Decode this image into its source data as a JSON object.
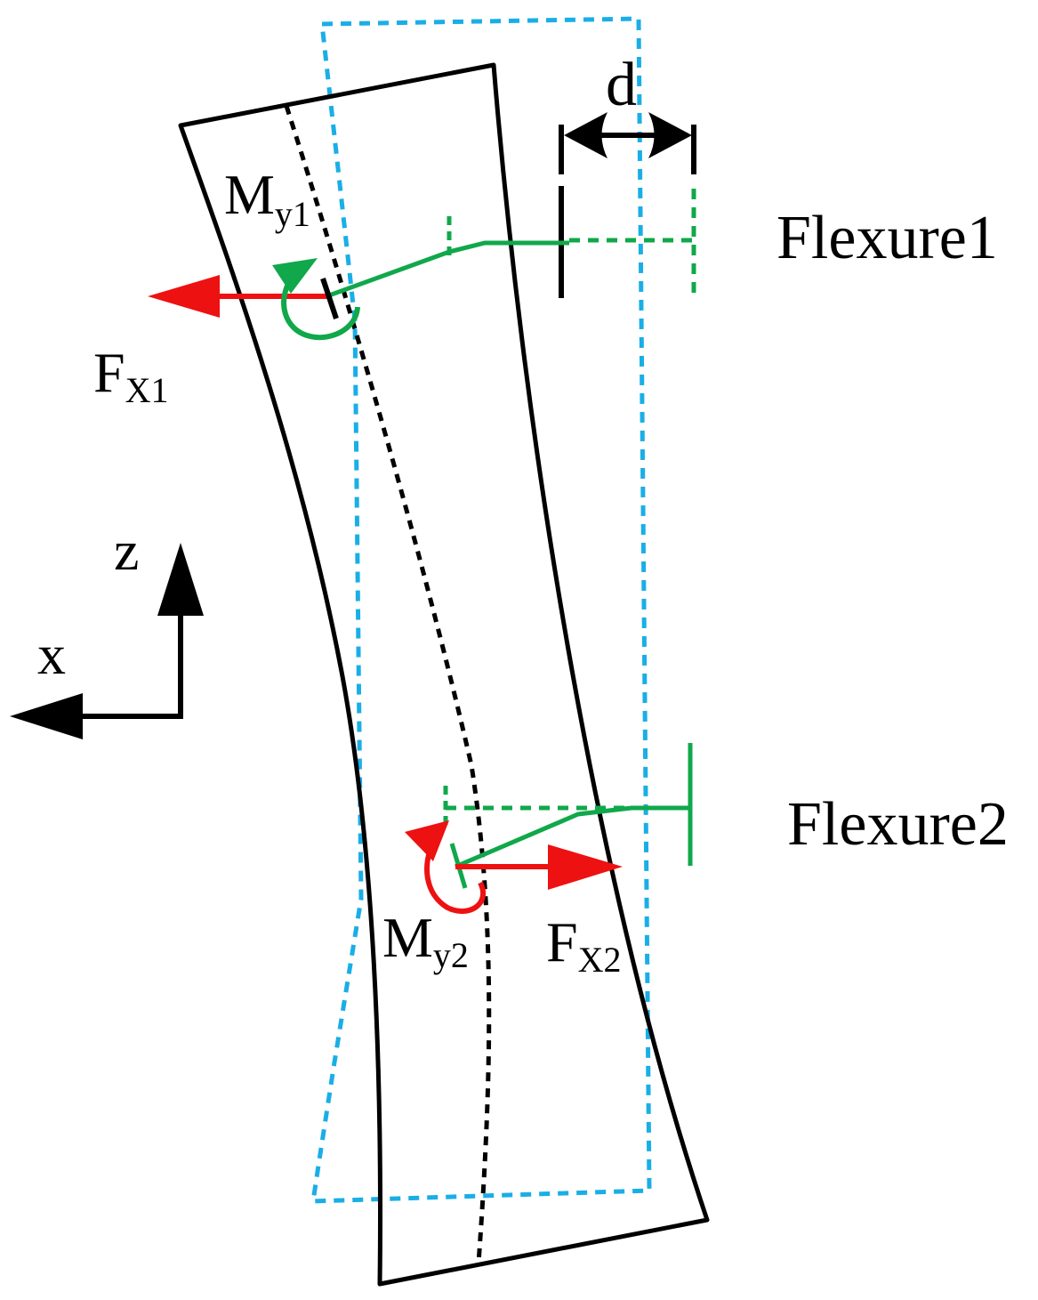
{
  "labels": {
    "d": "d",
    "flexure1": "Flexure1",
    "flexure2": "Flexure2",
    "z_axis": "z",
    "x_axis": "x",
    "my1_main": "M",
    "my1_sub": "y1",
    "my2_main": "M",
    "my2_sub": "y2",
    "fx1_main": "F",
    "fx1_sub": "X1",
    "fx2_main": "F",
    "fx2_sub": "X2"
  },
  "colors": {
    "outline": "#000000",
    "undeformed": "#1aaee6",
    "flexure": "#10a84a",
    "force": "#ee1111",
    "moment1": "#10a84a",
    "moment2": "#ee1111"
  },
  "icons": {
    "moment1": "counterclockwise-arrow-icon",
    "moment2": "counterclockwise-arrow-icon",
    "dimension": "double-headed-arrow-icon"
  }
}
